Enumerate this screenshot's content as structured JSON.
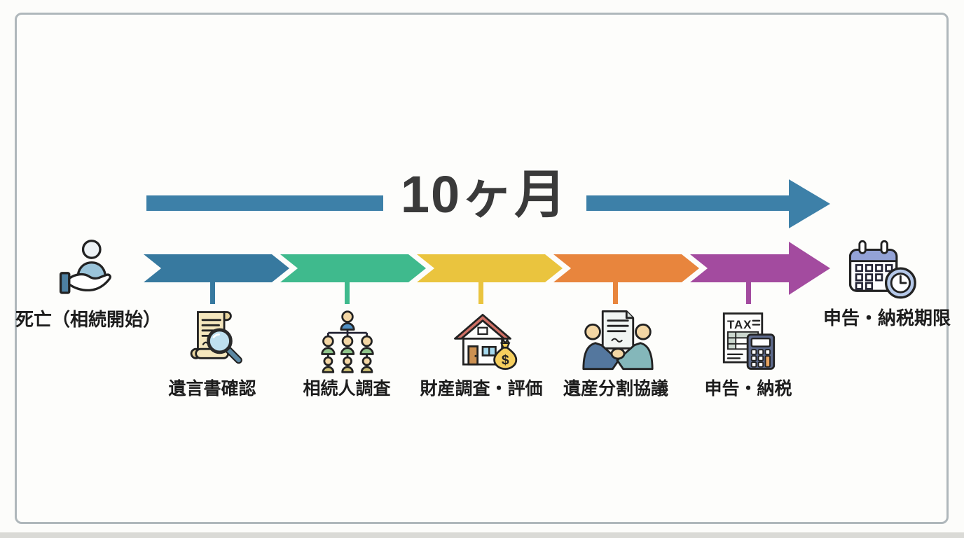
{
  "colors": {
    "background": "#fcfcfa",
    "frame_border": "#afb7bb",
    "top_arrow": "#3d80a8",
    "title_text": "#3a3a3a",
    "label_text": "#1d1d1d"
  },
  "timeline": {
    "duration_label": "10ヶ月",
    "start": {
      "label": "死亡（相続開始）",
      "icon": "person-in-hand-icon"
    },
    "end": {
      "label": "申告・納税期限",
      "icon": "calendar-clock-icon"
    },
    "steps": [
      {
        "label": "遺言書確認",
        "icon": "will-document-magnifier-icon",
        "color": "#37799f"
      },
      {
        "label": "相続人調査",
        "icon": "family-tree-icon",
        "color": "#3fba8d"
      },
      {
        "label": "財産調査・評価",
        "icon": "house-money-bag-icon",
        "color": "#eac43e"
      },
      {
        "label": "遺産分割協議",
        "icon": "handshake-agreement-icon",
        "color": "#e8853d"
      },
      {
        "label": "申告・納税",
        "icon": "tax-return-calculator-icon",
        "color": "#a34b9f"
      }
    ]
  }
}
